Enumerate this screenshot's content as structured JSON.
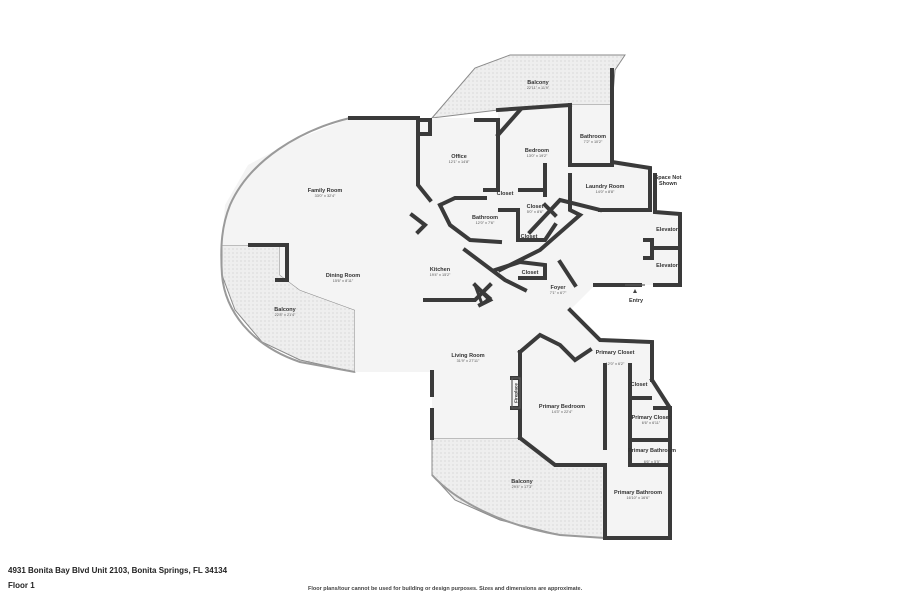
{
  "rooms": {
    "balcony_top": {
      "name": "Balcony",
      "dims": "22'11\" x 11'9\""
    },
    "bathroom_top": {
      "name": "Bathroom",
      "dims": "7'2\" x 10'2\""
    },
    "office": {
      "name": "Office",
      "dims": "12'1\" x 14'8\""
    },
    "bedroom": {
      "name": "Bedroom",
      "dims": "13'0\" x 19'2\""
    },
    "family_room": {
      "name": "Family Room",
      "dims": "33'0\" x 32'4\""
    },
    "laundry_room": {
      "name": "Laundry Room",
      "dims": "14'0\" x 8'8\""
    },
    "space_not_shown": {
      "name": "Space Not Shown"
    },
    "closet_1": {
      "name": "Closet"
    },
    "closet_2": {
      "name": "Closet",
      "dims": "5'0\" x 8'6\""
    },
    "closet_3": {
      "name": "Closet"
    },
    "closet_4": {
      "name": "Closet"
    },
    "bathroom_mid": {
      "name": "Bathroom",
      "dims": "12'0\" x 7'6\""
    },
    "elevator_1": {
      "name": "Elevator"
    },
    "elevator_2": {
      "name": "Elevator"
    },
    "kitchen": {
      "name": "Kitchen",
      "dims": "19'4\" x 15'2\""
    },
    "dining_room": {
      "name": "Dining Room",
      "dims": "15'6\" x 8'11\""
    },
    "foyer": {
      "name": "Foyer",
      "dims": "7'1\" x 6'7\""
    },
    "entry": {
      "name": "Entry"
    },
    "balcony_left": {
      "name": "Balcony",
      "dims": "22'8\" x 21'4\""
    },
    "living_room": {
      "name": "Living Room",
      "dims": "31'9\" x 27'11\""
    },
    "primary_closet_1": {
      "name": "Primary Closet",
      "dims": "12'0\" x 6'2\""
    },
    "closet_5": {
      "name": "Closet"
    },
    "fireplace": {
      "name": "Fireplace"
    },
    "primary_bedroom": {
      "name": "Primary Bedroom",
      "dims": "14'3\" x 22'4\""
    },
    "primary_closet_2": {
      "name": "Primary Closet",
      "dims": "6'6\" x 6'11\""
    },
    "primary_bathroom_small": {
      "name": "Primary Bathroom",
      "dims": "6'6\" x 5'5\""
    },
    "balcony_bottom": {
      "name": "Balcony",
      "dims": "29'4\" x 17'3\""
    },
    "primary_bathroom": {
      "name": "Primary Bathroom",
      "dims": "16'10\" x 16'6\""
    }
  },
  "footer": {
    "address": "4931 Bonita Bay Blvd Unit 2103, Bonita Springs, FL 34134",
    "floor": "Floor 1",
    "disclaimer": "Floor plans/tour cannot be used for building or design purposes. Sizes and dimensions are approximate."
  },
  "colors": {
    "wall": "#3a3a3a",
    "floor": "#f4f4f4",
    "balcony": "#ebebeb"
  }
}
